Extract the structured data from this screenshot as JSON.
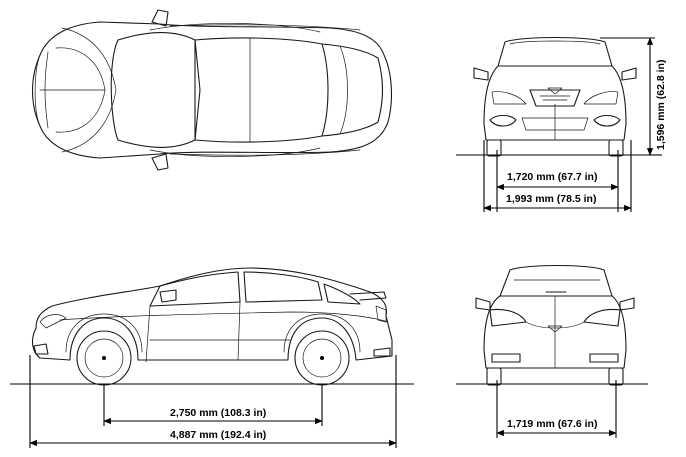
{
  "dimensions": {
    "front_wheel_track": "1,720 mm (67.7 in)",
    "overall_width": "1,993 mm (78.5 in)",
    "overall_height": "1,596 mm (62.8 in)",
    "wheelbase": "2,750 mm (108.3 in)",
    "overall_length": "4,887 mm (192.4 in)",
    "rear_wheel_track": "1,719 mm (67.6 in)"
  }
}
